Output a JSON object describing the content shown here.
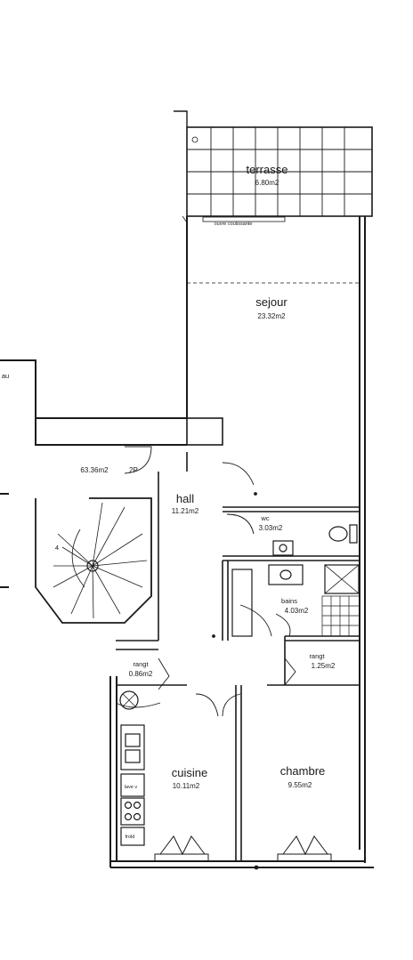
{
  "plan": {
    "total_area": "63.36m2",
    "unit_type": "2P",
    "edge_label": "au",
    "rooms": [
      {
        "id": "terrasse",
        "name": "terrasse",
        "area": "6.80m2"
      },
      {
        "id": "sejour",
        "name": "sejour",
        "area": "23.32m2"
      },
      {
        "id": "hall",
        "name": "hall",
        "area": "11.21m2"
      },
      {
        "id": "wc",
        "name": "wc",
        "area": "3.03m2"
      },
      {
        "id": "bains",
        "name": "bains",
        "area": "4.03m2"
      },
      {
        "id": "rangt-left",
        "name": "rangt",
        "area": "0.86m2"
      },
      {
        "id": "rangt-right",
        "name": "rangt",
        "area": "1.25m2"
      },
      {
        "id": "cuisine",
        "name": "cuisine",
        "area": "10.11m2"
      },
      {
        "id": "chambre",
        "name": "chambre",
        "area": "9.55m2"
      }
    ],
    "appliances": {
      "kitchen_counter": "lave v",
      "fridge": "frold"
    },
    "stair_number": "4",
    "window_note": "ouvre coulissante"
  },
  "colors": {
    "line": "#1a1a1a",
    "background": "#ffffff"
  }
}
